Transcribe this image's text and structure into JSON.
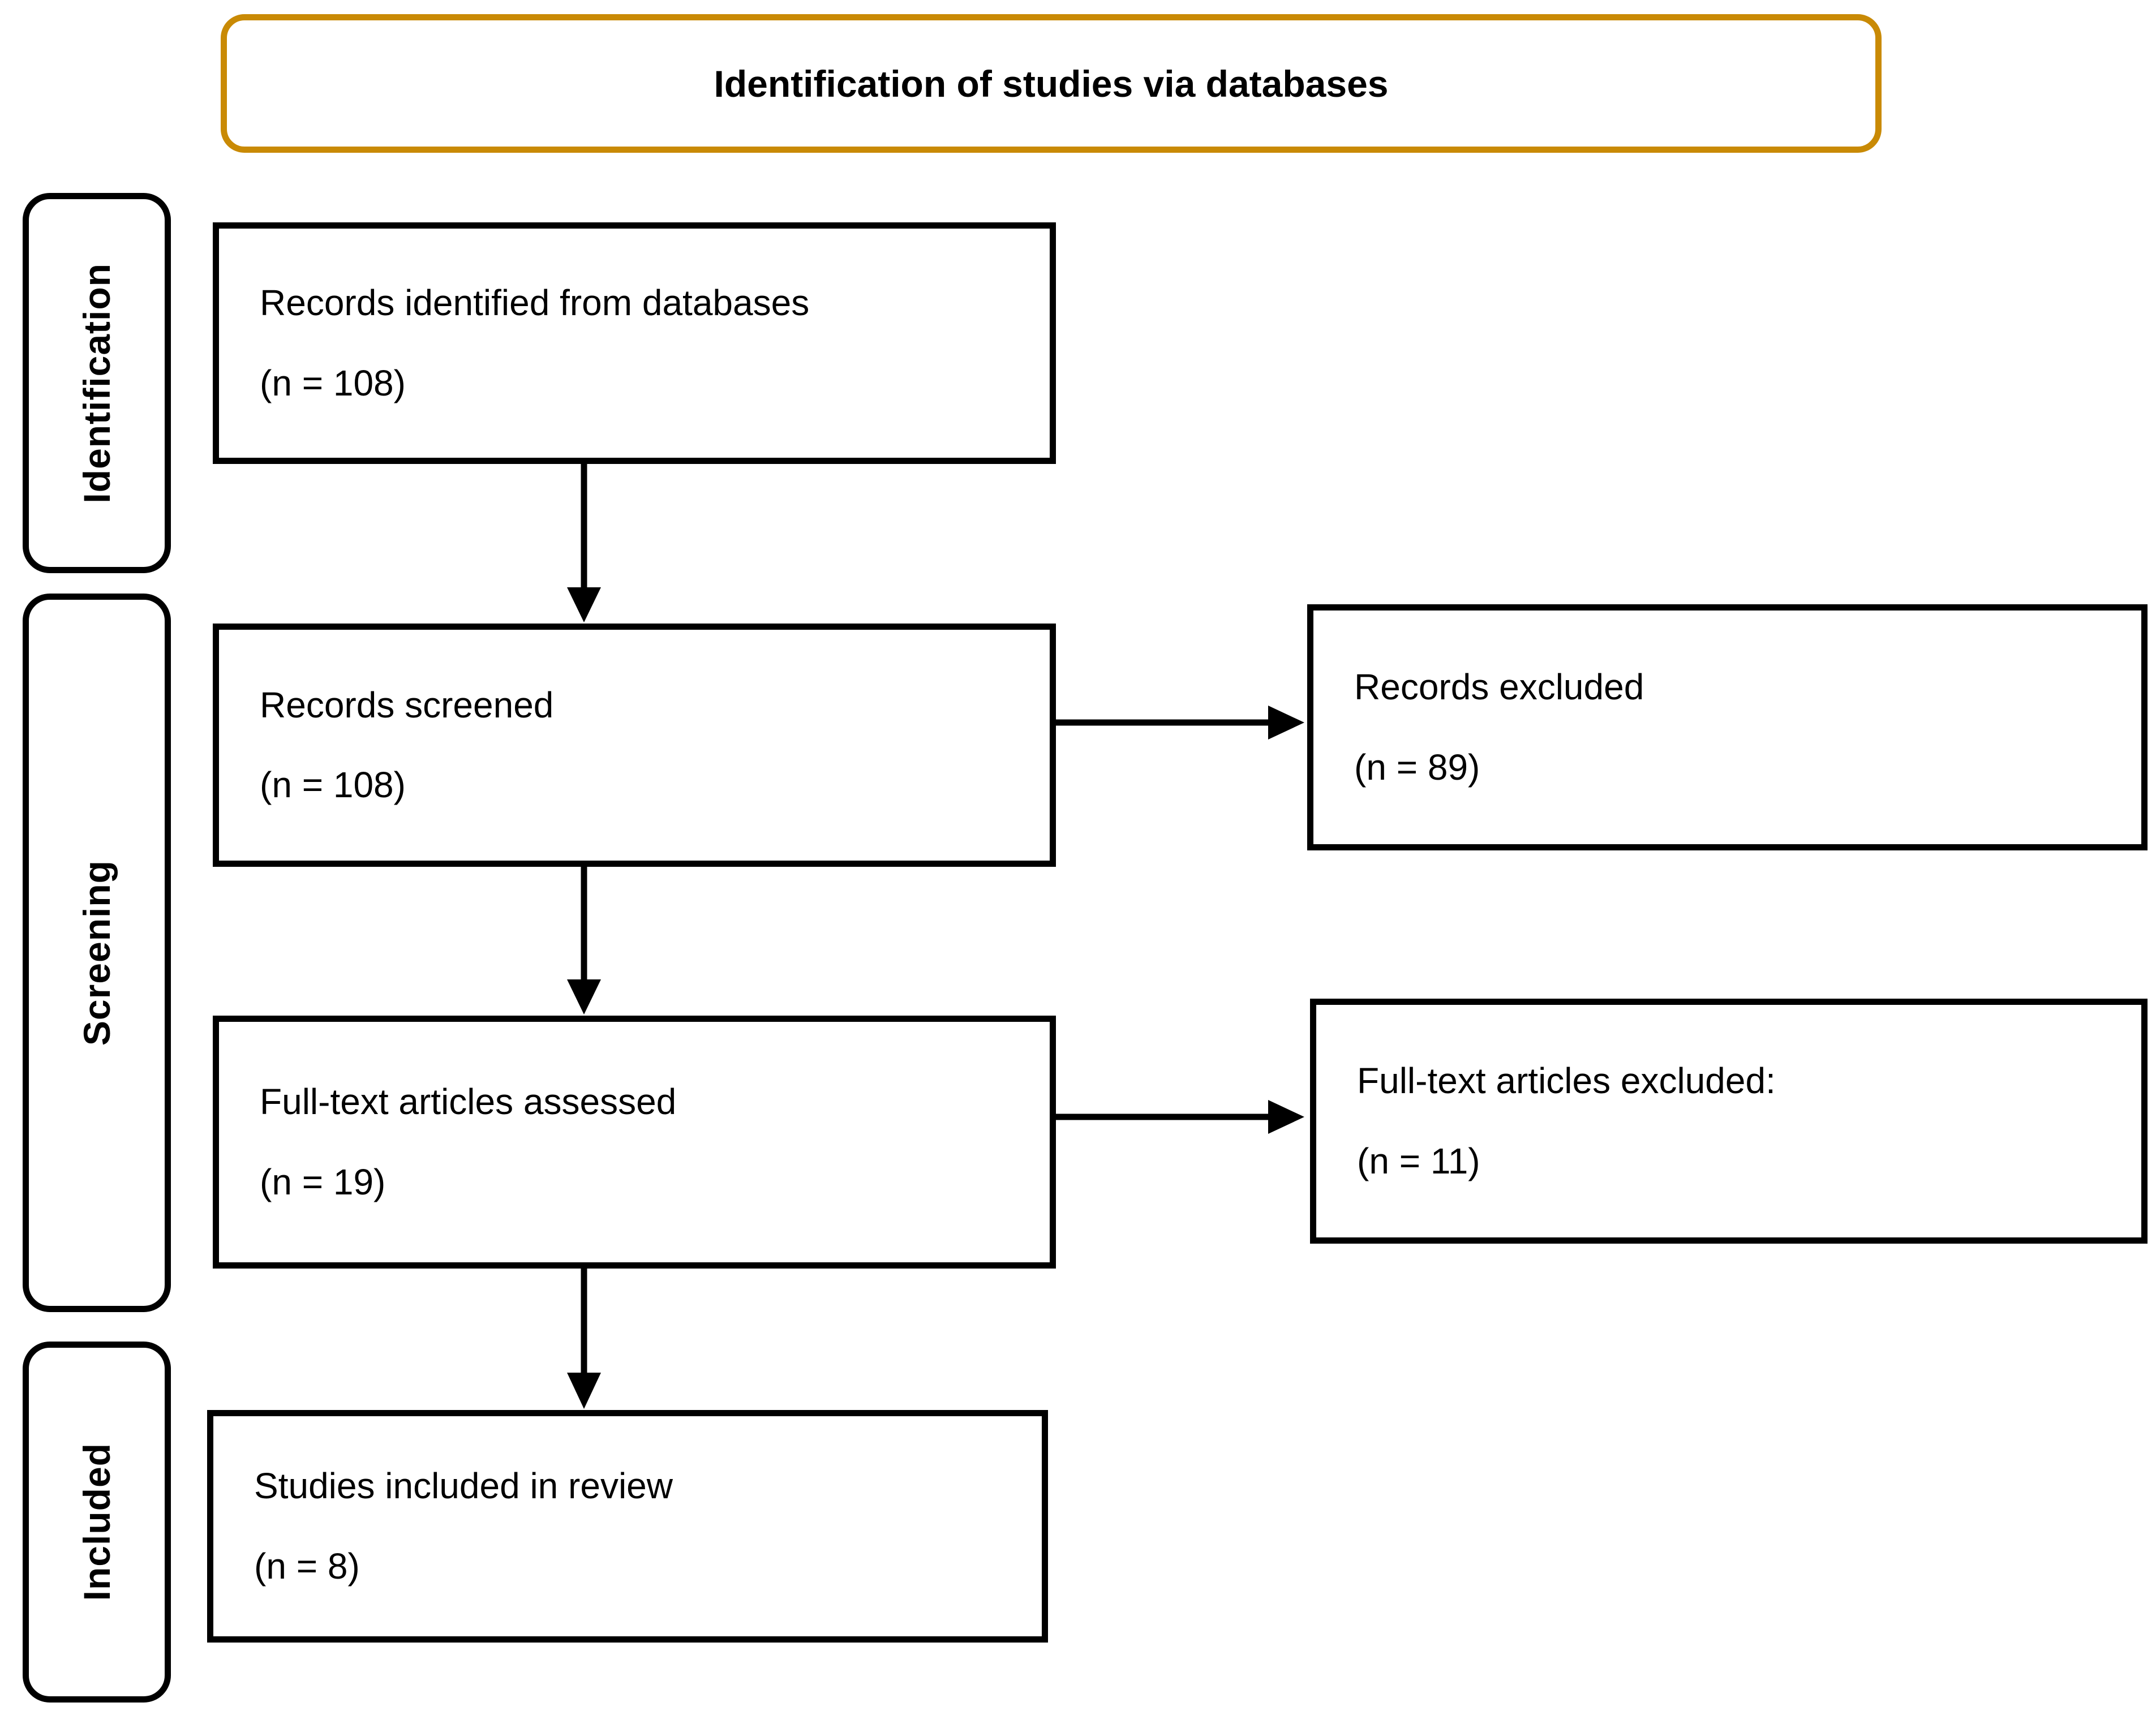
{
  "title": {
    "label": "Identification of studies via databases"
  },
  "stages": [
    {
      "label": "Identification"
    },
    {
      "label": "Screening"
    },
    {
      "label": "Included"
    }
  ],
  "boxes": {
    "records_identified": {
      "text": "Records identified from databases",
      "count": "(n = 108)"
    },
    "records_screened": {
      "text": "Records screened",
      "count": "(n = 108)"
    },
    "records_excluded": {
      "text": "Records excluded",
      "count": "(n = 89)"
    },
    "fulltext_assessed": {
      "text": "Full-text articles assessed",
      "count": "(n = 19)"
    },
    "fulltext_excluded": {
      "text": "Full-text articles excluded:",
      "count": "(n = 11)"
    },
    "studies_included": {
      "text": "Studies included in review",
      "count": "(n = 8)"
    }
  },
  "colors": {
    "title_border": "#C98A05",
    "box_border": "#000000",
    "arrow": "#000000"
  }
}
